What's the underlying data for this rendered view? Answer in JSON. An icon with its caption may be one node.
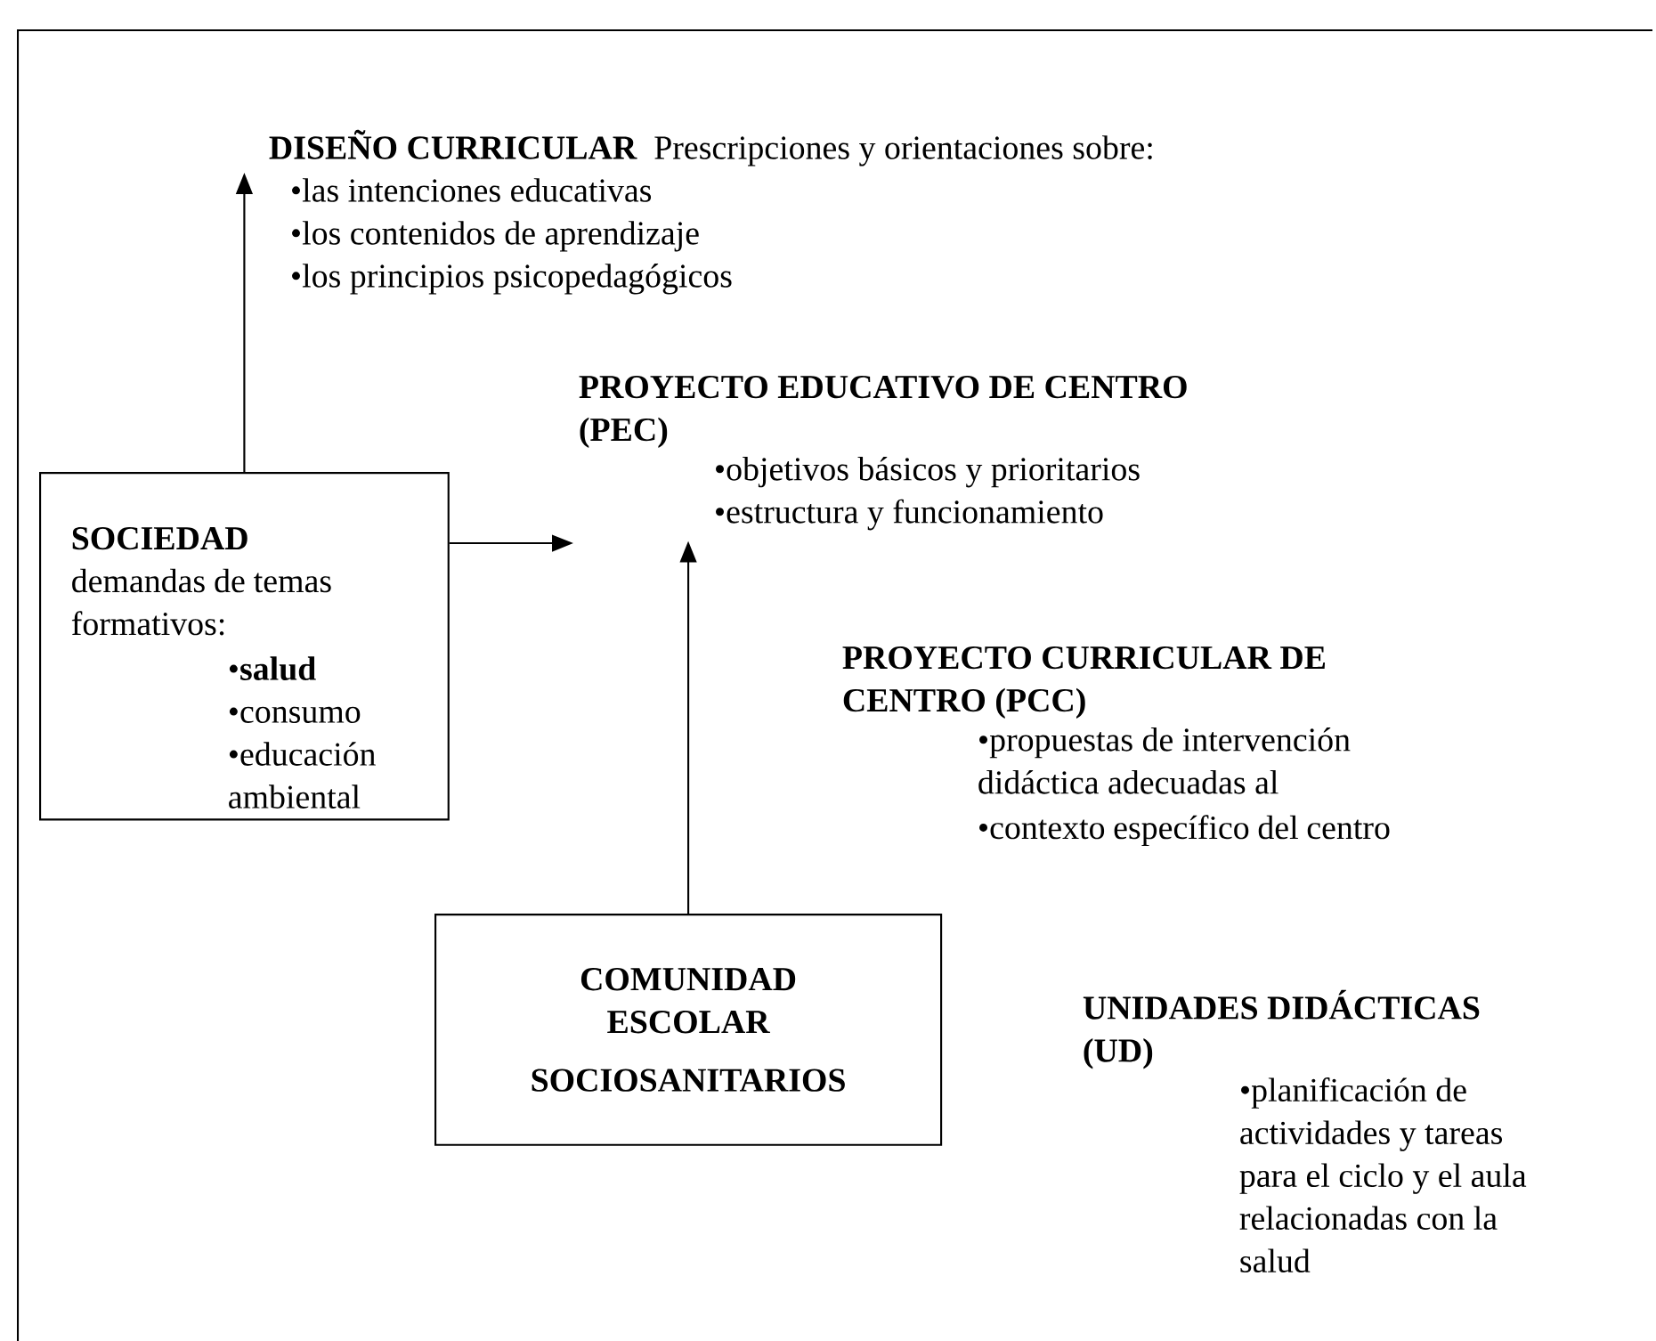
{
  "diagram": {
    "nodes": [
      {
        "text": [
          "DISEÑO CURRICULAR",
          "Prescripciones y orientaciones sobre:",
          "•las intenciones educativas",
          "•los contenidos de aprendizaje",
          "•los principios psicopedagógicos"
        ]
      },
      {
        "text": [
          "PROYECTO EDUCATIVO DE CENTRO (PEC)",
          "•objetivos básicos y prioritarios",
          "•estructura y funcionamiento"
        ]
      },
      {
        "text": [
          "SOCIEDAD",
          "demandas de temas formativos:",
          "•**salud**",
          "•consumo",
          "•educación ambiental"
        ]
      },
      {
        "text": [
          "COMUNIDAD ESCOLAR",
          "SOCIOSANITARIOS"
        ]
      },
      {
        "text": [
          "PROYECTO CURRICULAR DE CENTRO (PCC)",
          "•propuestas de intervención didáctica adecuadas al",
          "•contexto específico del centro"
        ]
      },
      {
        "text": [
          "UNIDADES DIDÁCTICAS (UD)",
          "•planificación de actividades y tareas para el ciclo y el aula relacionadas con la salud"
        ]
      }
    ],
    "edges": [
      {
        "from": 2,
        "to": 0,
        "arrow": "to"
      },
      {
        "from": 2,
        "to": 1,
        "arrow": "to"
      },
      {
        "from": 3,
        "to": 1,
        "arrow": "to"
      }
    ]
  }
}
